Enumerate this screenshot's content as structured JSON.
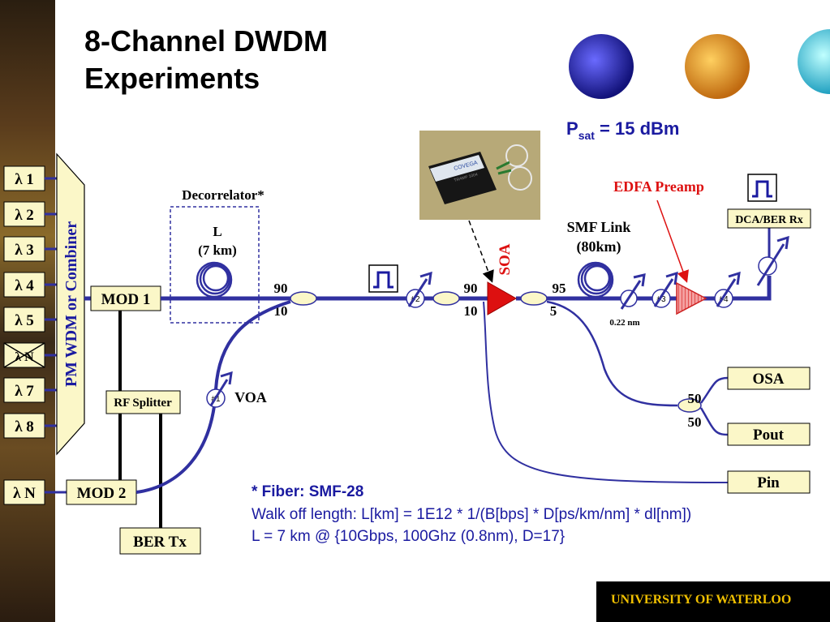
{
  "title_line1": "8-Channel DWDM",
  "title_line2": "Experiments",
  "psat": {
    "p": "P",
    "sub": "sat",
    "rest": " = 15 dBm"
  },
  "channels": [
    "λ 1",
    "λ 2",
    "λ 3",
    "λ 4",
    "λ 5",
    "λ N",
    "λ 7",
    "λ 8"
  ],
  "lambda_n": "λ N",
  "combiner": "PM WDM or Combiner",
  "decorrelator": {
    "title": "Decorrelator*",
    "l": "L",
    "km": "(7 km)"
  },
  "mod1": "MOD 1",
  "mod2": "MOD 2",
  "rf_splitter": "RF Splitter",
  "ber_tx": "BER Tx",
  "voa": "VOA",
  "coupler1": {
    "a": "90",
    "b": "10"
  },
  "coupler2": {
    "a": "90",
    "b": "10"
  },
  "coupler3": {
    "a": "95",
    "b": "5"
  },
  "coupler4": {
    "a": "50",
    "b": "50"
  },
  "soa": "SOA",
  "smf": {
    "title": "SMF Link",
    "km": "(80km)"
  },
  "edfa": "EDFA Preamp",
  "dca": "DCA/BER Rx",
  "filter_bw": "0.22 nm",
  "markers": [
    "#1",
    "#2",
    "#3",
    "#4"
  ],
  "osa": "OSA",
  "pout": "Pout",
  "pin": "Pin",
  "photo": {
    "brand": "COVEGA",
    "model": "TRAMP 1004"
  },
  "notes": {
    "heading": "* Fiber: SMF-28",
    "line1": "Walk off length: L[km] = 1E12 * 1/(B[bps] * D[ps/km/nm] * dl[nm])",
    "line2": "L = 7 km @ {10Gbps, 100Ghz (0.8nm), D=17}"
  },
  "footer": "UNIVERSITY OF WATERLOO",
  "colors": {
    "fiber": "#3030a0",
    "label_box": "#fbf7c8",
    "soa": "#dd1010",
    "edfa": "#ee6666",
    "accent_red": "#dd1111",
    "note_blue": "#1a1aa0",
    "footer_text": "#f0c000"
  }
}
